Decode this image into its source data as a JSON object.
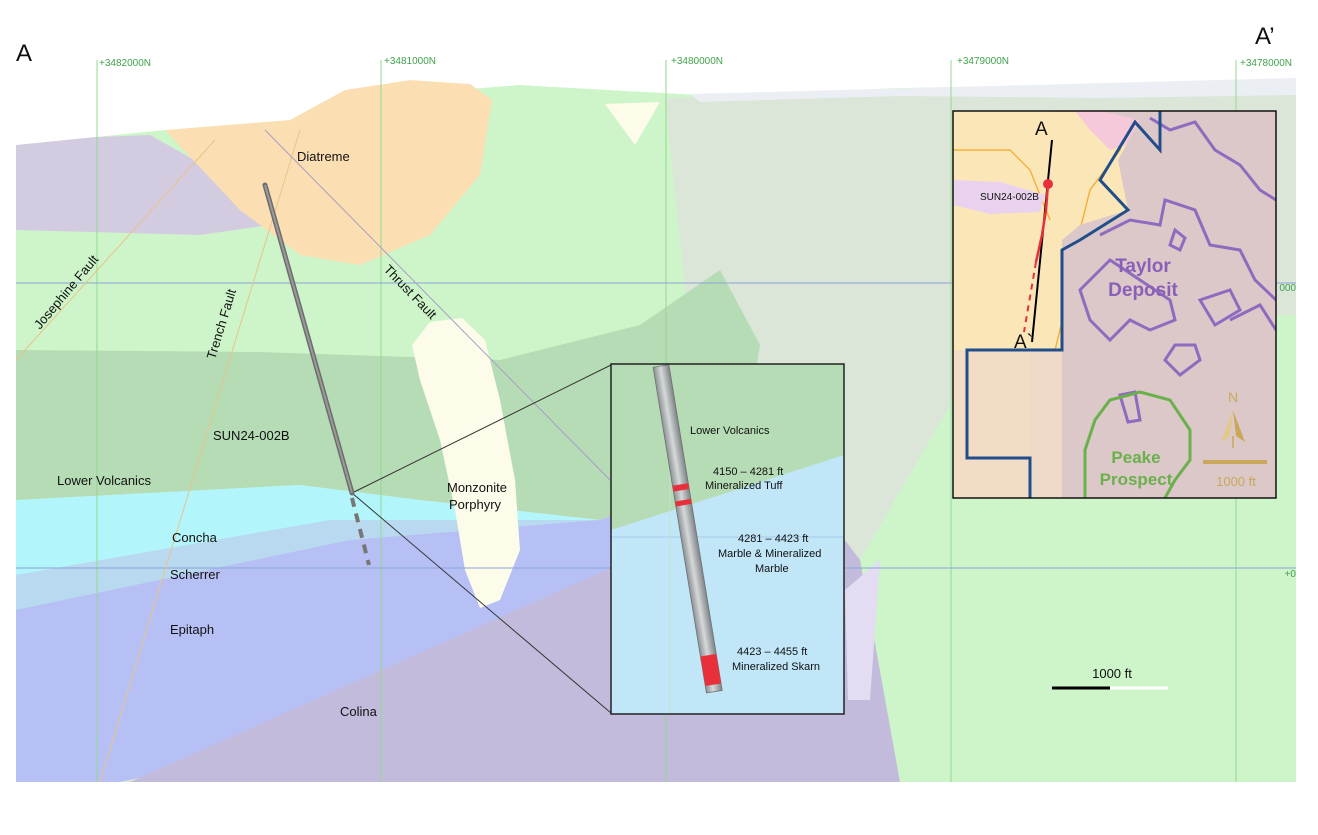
{
  "section": {
    "corner_left": "A",
    "corner_right": "A’",
    "grid_labels": [
      "+3482000N",
      "+3481000N",
      "+3480000N",
      "+3479000N",
      "+3478000N"
    ],
    "right_edge_labels": [
      "000",
      "+0"
    ],
    "units": {
      "Diatreme": "Diatreme",
      "LowerVolcanics": "Lower Volcanics",
      "Monzonite": "Monzonite",
      "Porphyry": "Porphyry",
      "Concha": "Concha",
      "Scherrer": "Scherrer",
      "Epitaph": "Epitaph",
      "Colina": "Colina"
    },
    "faults": {
      "josephine": "Josephine Fault",
      "trench": "Trench Fault",
      "thrust": "Thrust Fault"
    },
    "drillhole": "SUN24-002B",
    "scale_bar": "1000 ft"
  },
  "zoom_inset": {
    "unit_label": "Lower Volcanics",
    "intervals": [
      {
        "range": "4150 – 4281 ft",
        "desc": "Mineralized Tuff"
      },
      {
        "range": "4281 – 4423 ft",
        "desc1": "Marble & Mineralized",
        "desc2": "Marble"
      },
      {
        "range": "4423 – 4455 ft",
        "desc": "Mineralized Skarn"
      }
    ]
  },
  "plan_inset": {
    "label_a": "A",
    "label_a_prime": "A`",
    "hole": "SUN24-002B",
    "taylor_1": "Taylor",
    "taylor_2": "Deposit",
    "peake_1": "Peake",
    "peake_2": "Prospect",
    "north": "N",
    "scale": "1000 ft"
  }
}
